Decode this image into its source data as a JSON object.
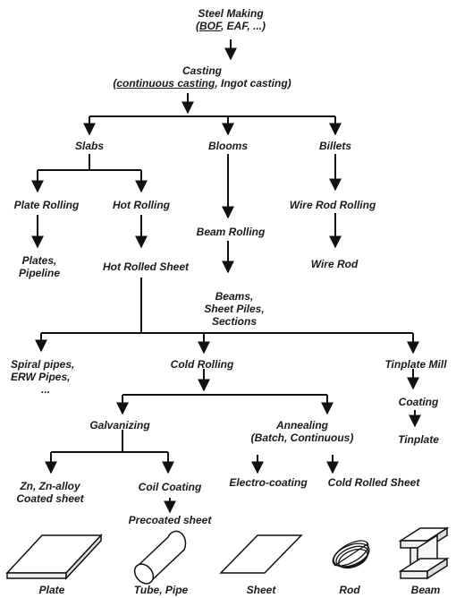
{
  "nodes": {
    "steel_making": {
      "line1": "Steel Making",
      "line2_u": "BOF",
      "line2_rest": ", EAF, ...)",
      "line2_open": "("
    },
    "casting": {
      "line1": "Casting",
      "line2_open": "(",
      "line2_u": "continuous casting",
      "line2_rest": ", Ingot casting)"
    },
    "slabs": "Slabs",
    "blooms": "Blooms",
    "billets": "Billets",
    "plate_rolling": "Plate Rolling",
    "hot_rolling": "Hot Rolling",
    "wire_rod_rolling": "Wire Rod Rolling",
    "beam_rolling": "Beam Rolling",
    "plates_pipeline": {
      "line1": "Plates,",
      "line2": "Pipeline"
    },
    "hot_rolled_sheet": "Hot Rolled Sheet",
    "wire_rod": "Wire Rod",
    "beams": {
      "line1": "Beams,",
      "line2": "Sheet Piles,",
      "line3": "Sections"
    },
    "spiral_pipes": {
      "line1": "Spiral pipes,",
      "line2": "ERW Pipes,",
      "line3": "..."
    },
    "cold_rolling": "Cold Rolling",
    "tinplate_mill": "Tinplate Mill",
    "coating": "Coating",
    "tinplate": "Tinplate",
    "galvanizing": "Galvanizing",
    "annealing": {
      "line1": "Annealing",
      "line2": "(Batch, Continuous)"
    },
    "zn_coated": {
      "line1": "Zn, Zn-alloy",
      "line2": "Coated sheet"
    },
    "coil_coating": "Coil Coating",
    "electro_coating": "Electro-coating",
    "cold_rolled_sheet": "Cold Rolled Sheet",
    "precoated_sheet": "Precoated sheet"
  },
  "products": {
    "plate": "Plate",
    "tube_pipe": "Tube, Pipe",
    "sheet": "Sheet",
    "rod": "Rod",
    "beam": "Beam"
  },
  "icons": [
    "plate-icon",
    "tube-pipe-icon",
    "sheet-icon",
    "rod-coil-icon",
    "beam-icon"
  ]
}
